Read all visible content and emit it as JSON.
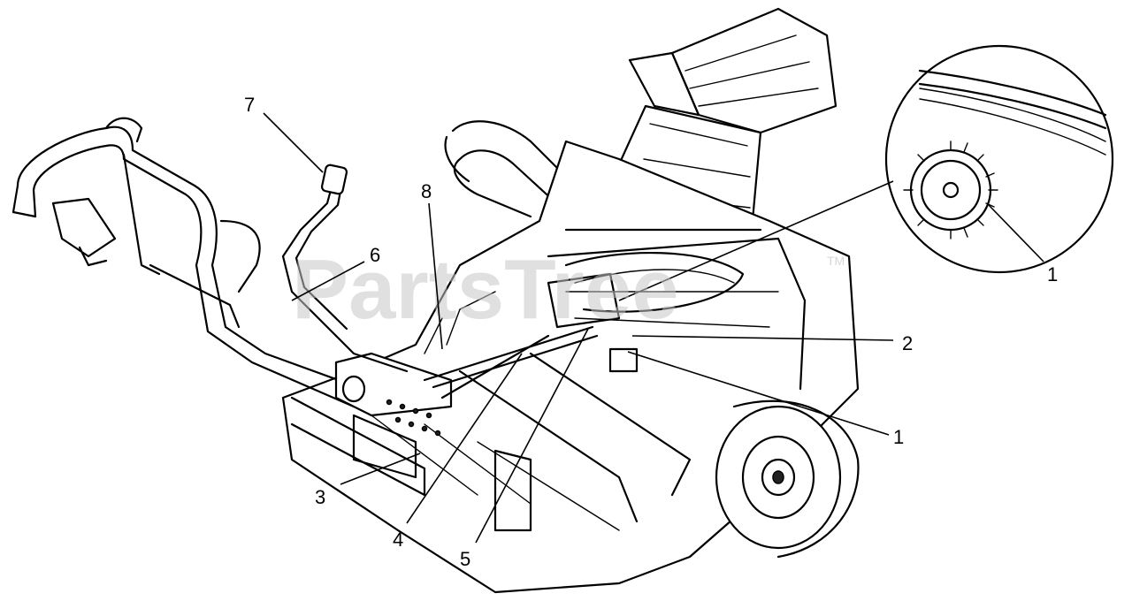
{
  "watermark": {
    "text": "PartsTree",
    "trademark": "TM"
  },
  "callouts": [
    {
      "id": "7",
      "label": "7"
    },
    {
      "id": "6",
      "label": "6"
    },
    {
      "id": "8",
      "label": "8"
    },
    {
      "id": "1-detail",
      "label": "1"
    },
    {
      "id": "2",
      "label": "2"
    },
    {
      "id": "1",
      "label": "1"
    },
    {
      "id": "3",
      "label": "3"
    },
    {
      "id": "4",
      "label": "4"
    },
    {
      "id": "5",
      "label": "5"
    }
  ],
  "colors": {
    "line": "#000000",
    "background": "#ffffff",
    "watermark": "#c8c8c8"
  }
}
